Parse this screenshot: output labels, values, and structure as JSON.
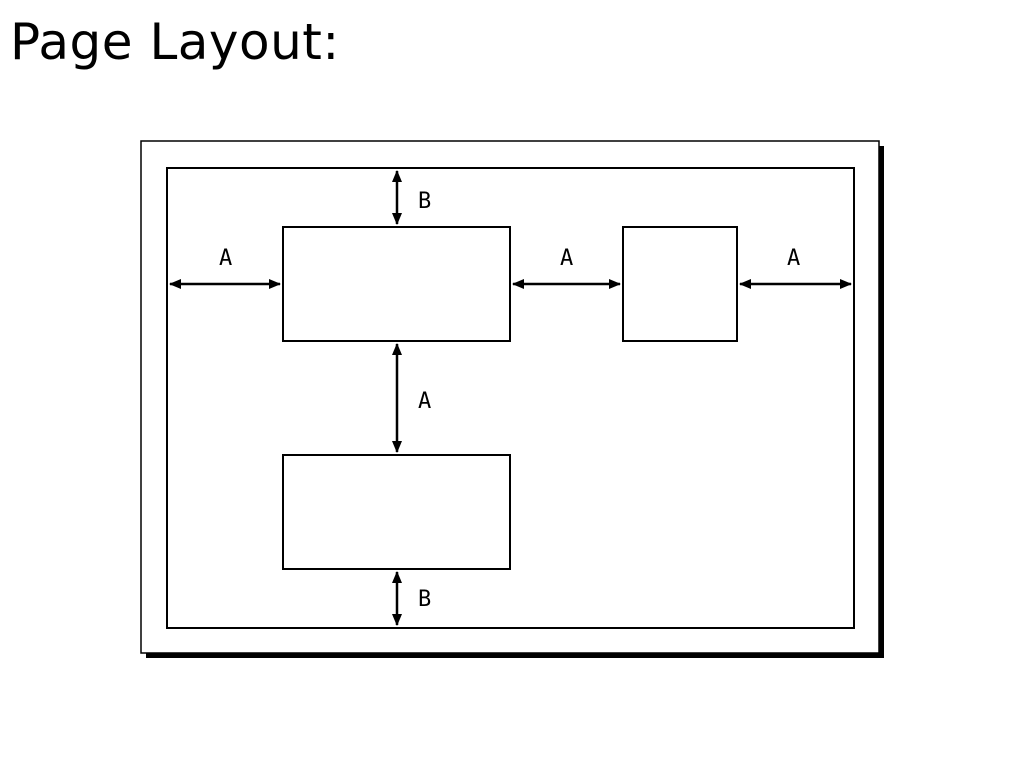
{
  "title": "Page Layout:",
  "labels": {
    "top_margin": "B",
    "left_margin": "A",
    "middle_gap": "A",
    "right_margin": "A",
    "vertical_gap": "A",
    "bottom_margin": "B"
  },
  "colors": {
    "ink": "#000000",
    "paper": "#ffffff",
    "shadow": "#000000"
  }
}
